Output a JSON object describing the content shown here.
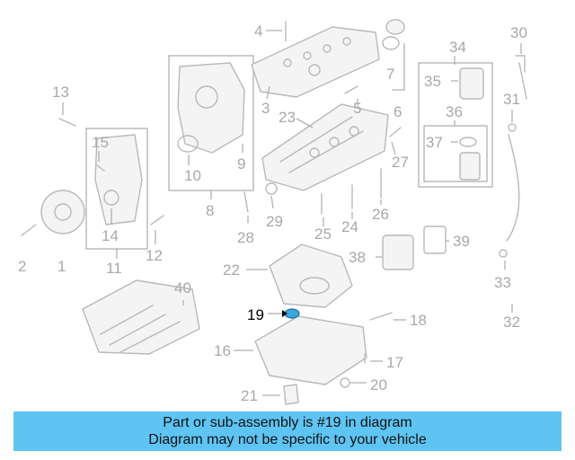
{
  "callouts": [
    {
      "id": "1",
      "highlight": false
    },
    {
      "id": "2",
      "highlight": false
    },
    {
      "id": "3",
      "highlight": false
    },
    {
      "id": "4",
      "highlight": false
    },
    {
      "id": "5",
      "highlight": false
    },
    {
      "id": "6",
      "highlight": false
    },
    {
      "id": "7",
      "highlight": false
    },
    {
      "id": "8",
      "highlight": false
    },
    {
      "id": "9",
      "highlight": false
    },
    {
      "id": "10",
      "highlight": false
    },
    {
      "id": "11",
      "highlight": false
    },
    {
      "id": "12",
      "highlight": false
    },
    {
      "id": "13",
      "highlight": false
    },
    {
      "id": "14",
      "highlight": false
    },
    {
      "id": "15",
      "highlight": false
    },
    {
      "id": "16",
      "highlight": false
    },
    {
      "id": "17",
      "highlight": false
    },
    {
      "id": "18",
      "highlight": false
    },
    {
      "id": "19",
      "highlight": true
    },
    {
      "id": "20",
      "highlight": false
    },
    {
      "id": "21",
      "highlight": false
    },
    {
      "id": "22",
      "highlight": false
    },
    {
      "id": "23",
      "highlight": false
    },
    {
      "id": "24",
      "highlight": false
    },
    {
      "id": "25",
      "highlight": false
    },
    {
      "id": "26",
      "highlight": false
    },
    {
      "id": "27",
      "highlight": false
    },
    {
      "id": "28",
      "highlight": false
    },
    {
      "id": "29",
      "highlight": false
    },
    {
      "id": "30",
      "highlight": false
    },
    {
      "id": "31",
      "highlight": false
    },
    {
      "id": "32",
      "highlight": false
    },
    {
      "id": "33",
      "highlight": false
    },
    {
      "id": "34",
      "highlight": false
    },
    {
      "id": "35",
      "highlight": false
    },
    {
      "id": "36",
      "highlight": false
    },
    {
      "id": "37",
      "highlight": false
    },
    {
      "id": "38",
      "highlight": false
    },
    {
      "id": "39",
      "highlight": false
    },
    {
      "id": "40",
      "highlight": false
    }
  ],
  "banner": {
    "line1": "Part or sub-assembly is #19 in diagram",
    "line2": "Diagram may not be specific to your vehicle"
  },
  "colors": {
    "banner_bg": "#5ec4f3",
    "highlight_part": "#3aa7dd",
    "callout_gray": "#a8a8a8",
    "callout_highlight": "#000000"
  }
}
